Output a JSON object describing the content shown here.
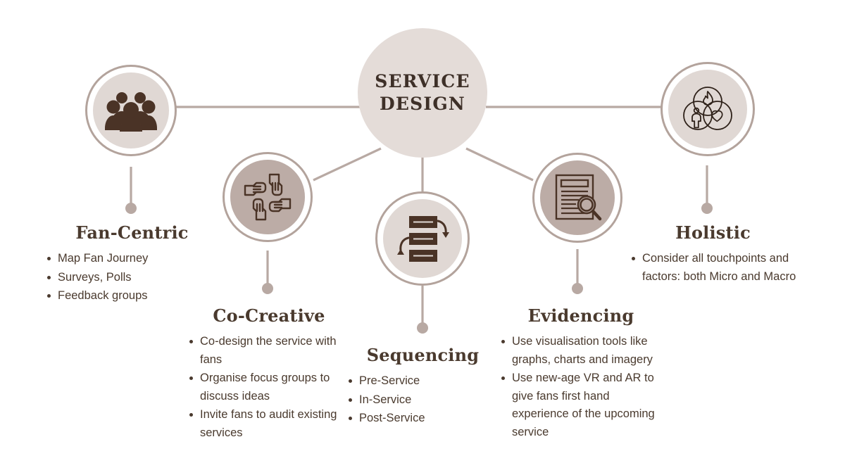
{
  "diagram": {
    "title": "Service Design",
    "hub": {
      "label_line1": "SERVICE",
      "label_line2": "DESIGN",
      "fill_color": "#e4dcd8",
      "text_color": "#3e3028"
    },
    "palette": {
      "background": "#ffffff",
      "ring_stroke": "#b3a39c",
      "connector": "#b8a9a3",
      "node_fill_light": "#e0d8d4",
      "node_fill_dark": "#bcaca6",
      "icon_color": "#4a3326",
      "heading_color": "#4a3a2e",
      "body_text_color": "#4a3a2e"
    },
    "nodes": [
      {
        "id": "fan-centric",
        "title": "Fan-Centric",
        "icon": "people-group-icon",
        "fill": "light",
        "bullets": [
          "Map Fan Journey",
          "Surveys, Polls",
          "Feedback groups"
        ]
      },
      {
        "id": "co-creative",
        "title": "Co-Creative",
        "icon": "four-hands-teamwork-icon",
        "fill": "dark",
        "bullets": [
          "Co-design the service with fans",
          "Organise focus groups to discuss ideas",
          "Invite fans to audit existing services"
        ]
      },
      {
        "id": "sequencing",
        "title": "Sequencing",
        "icon": "stacked-bars-arrows-icon",
        "fill": "light",
        "bullets": [
          "Pre-Service",
          "In-Service",
          "Post-Service"
        ]
      },
      {
        "id": "evidencing",
        "title": "Evidencing",
        "icon": "document-magnifier-icon",
        "fill": "dark",
        "bullets": [
          "Use visualisation tools like graphs, charts and imagery",
          "Use new-age VR and AR to give fans first hand experience of the upcoming service"
        ]
      },
      {
        "id": "holistic",
        "title": "Holistic",
        "icon": "venn-flame-person-heart-icon",
        "fill": "light",
        "bullets": [
          "Consider all touchpoints and factors: both Micro and Macro"
        ]
      }
    ]
  }
}
